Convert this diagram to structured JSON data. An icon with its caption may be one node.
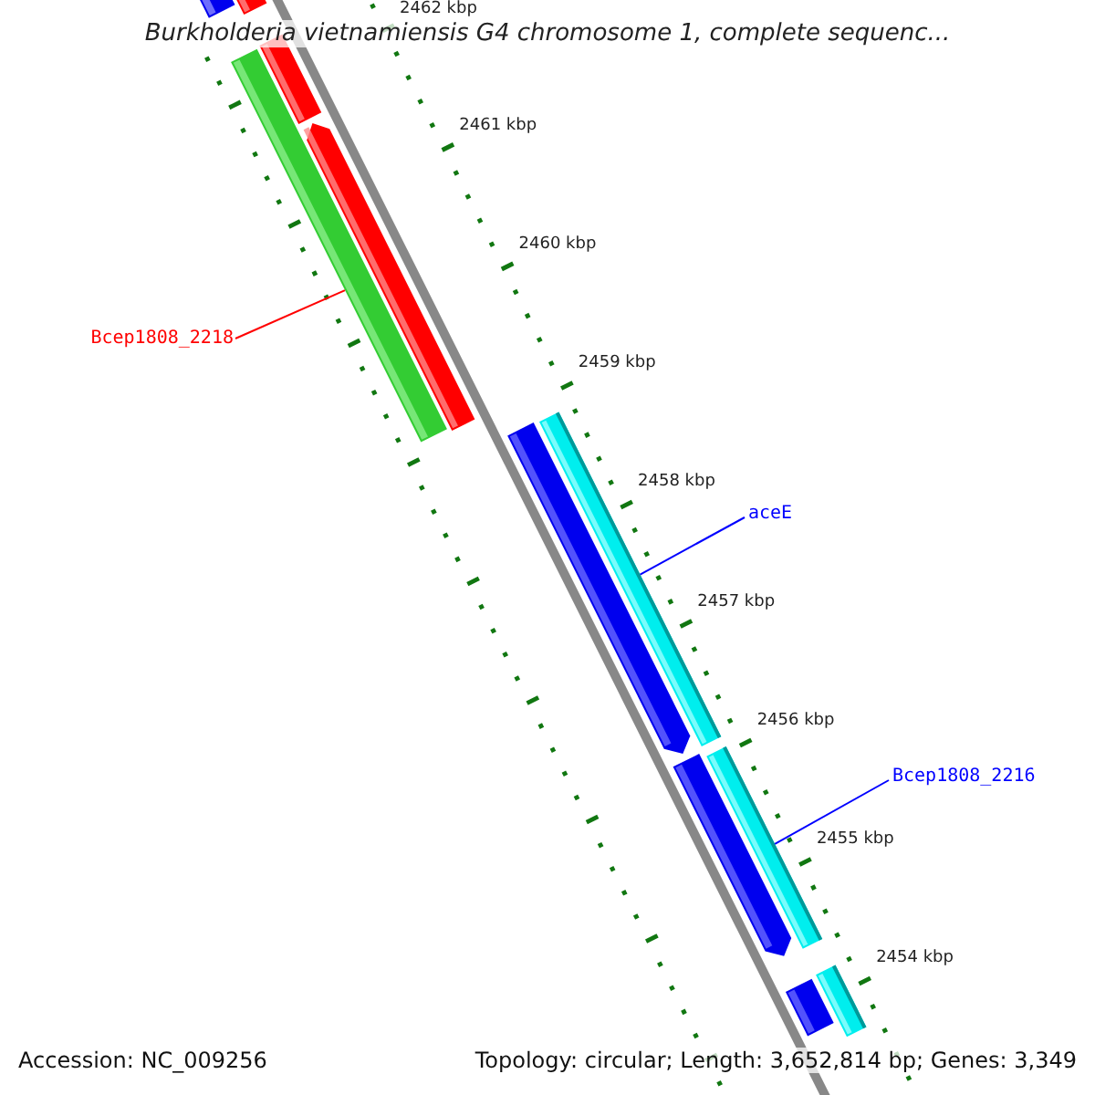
{
  "diagram": {
    "title": "Burkholderia vietnamiensis G4 chromosome 1, complete sequenc...",
    "nodes": [
      {
        "text": [],
        "shape": "bar"
      },
      {
        "text": [],
        "shape": "bar"
      },
      {
        "text": [],
        "shape": "bar"
      },
      {
        "text": [],
        "shape": "bar"
      },
      {
        "text": [],
        "shape": "bar"
      },
      {
        "text": [
          "Bcep1808_2218"
        ]
      },
      {
        "text": [],
        "shape": "bar"
      },
      {
        "text": [],
        "shape": "bar"
      },
      {
        "text": [
          "aceE"
        ]
      },
      {
        "text": [],
        "shape": "bar"
      },
      {
        "text": [],
        "shape": "bar"
      },
      {
        "text": [
          "Bcep1808_2216"
        ]
      },
      {
        "text": [],
        "shape": "bar"
      },
      {
        "text": [],
        "shape": "bar"
      }
    ],
    "edges": [
      {
        "from": 5,
        "to": 3,
        "arrow": "none",
        "color": "#ff0000"
      },
      {
        "from": 8,
        "to": 7,
        "arrow": "none"
      },
      {
        "from": 11,
        "to": 10,
        "arrow": "none"
      }
    ],
    "labels": [
      "2462 kbp",
      "2461 kbp",
      "2460 kbp",
      "2459 kbp",
      "2458 kbp",
      "2457 kbp",
      "2456 kbp",
      "2455 kbp",
      "2454 kbp",
      "Accession: NC_009256",
      "Topology: circular; Length: 3,652,814 bp; Genes: 3,349"
    ]
  }
}
